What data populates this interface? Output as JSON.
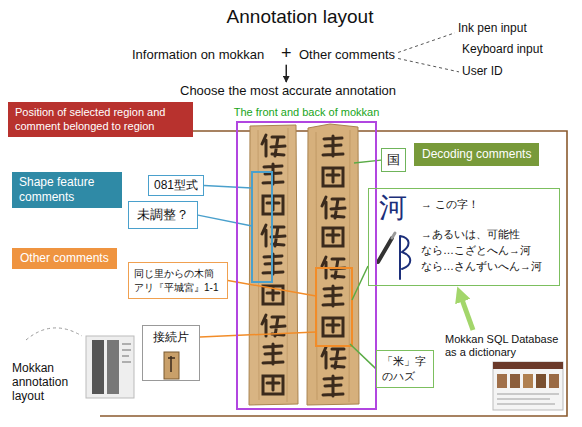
{
  "diagram": {
    "title": "Annotation layout",
    "nodes": [
      {
        "text": [
          "Position of selected region and comment belonged to region"
        ]
      },
      {
        "text": [
          "The front and back of mokkan"
        ]
      },
      {
        "text": [
          "081型式"
        ]
      },
      {
        "text": [
          "Shape feature comments"
        ]
      },
      {
        "text": [
          "未調整？"
        ]
      },
      {
        "text": [
          "国"
        ]
      },
      {
        "text": [
          "Decoding comments"
        ]
      },
      {
        "text": [
          "河",
          "→ この字！",
          "→あるいは、可能性",
          "なら…こざとへん→河",
          "なら…さんずいへん→河"
        ]
      },
      {
        "text": [
          "Other comments"
        ]
      },
      {
        "text": [
          "同じ里からの木簡アリ『平城宮』1-1"
        ]
      },
      {
        "text": [
          "接続片"
        ]
      },
      {
        "text": [
          "「米」字のハズ"
        ]
      }
    ],
    "labels": [
      "Information on mokkan",
      "+",
      "Other comments",
      "Choose the most accurate annotation",
      "Ink pen input",
      "Keyboard input",
      "User ID",
      "Mokkan SQL Database as a dictionary",
      "Mokkan annotation layout"
    ]
  }
}
